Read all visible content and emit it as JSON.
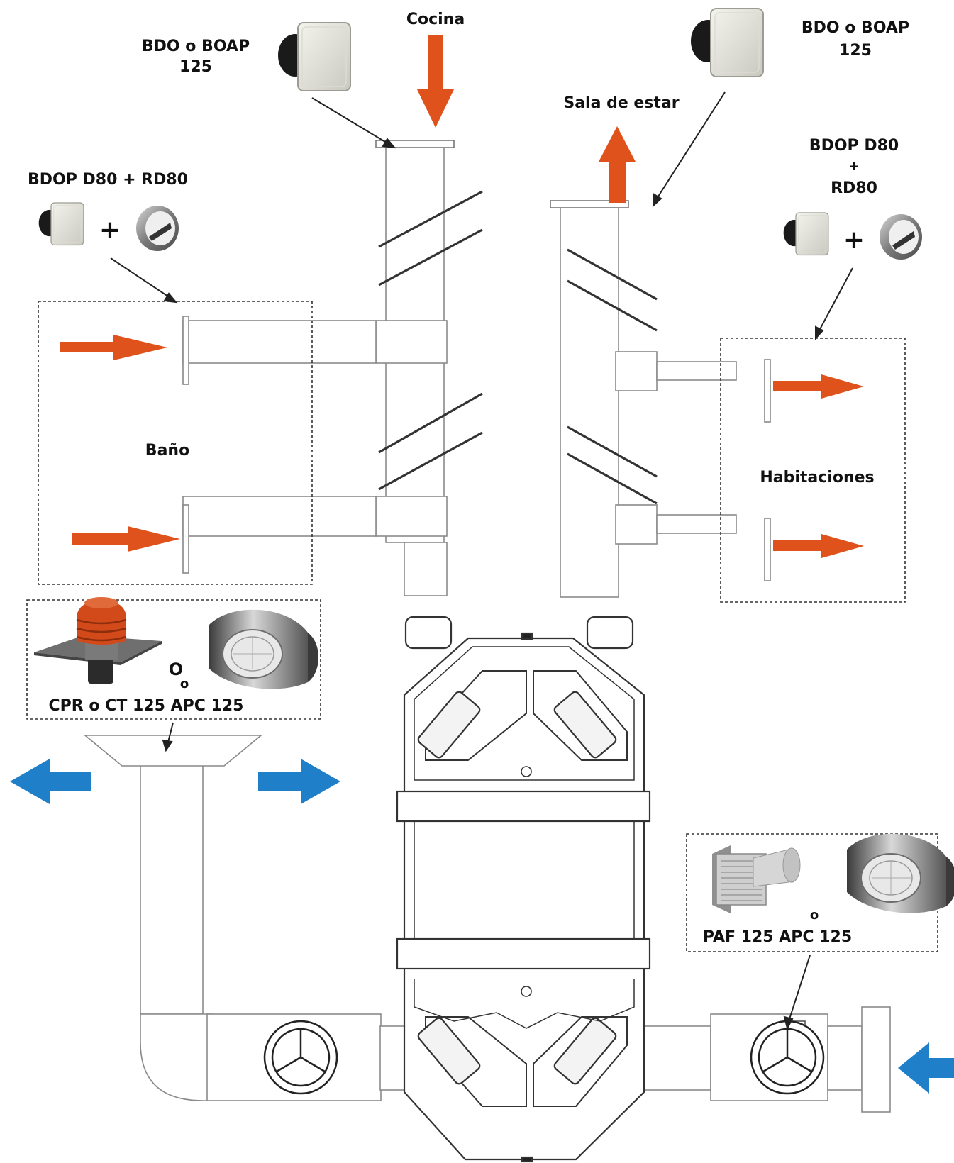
{
  "labels": {
    "cocina": "Cocina",
    "bdo_left_l1": "BDO o BOAP",
    "bdo_left_l2": "125",
    "bdo_right_l1": "BDO o BOAP",
    "bdo_right_l2": "125",
    "sala": "Sala de estar",
    "bdop_left": "BDOP D80 + RD80",
    "bdop_right_l1": "BDOP D80",
    "bdop_right_l2": "+",
    "bdop_right_l3": "RD80",
    "plus_left": "+",
    "plus_right": "+",
    "bano": "Baño",
    "habitaciones": "Habitaciones",
    "o_big": "O",
    "o_small": "o",
    "cpr": "CPR o CT 125 APC 125",
    "o_right": "o",
    "paf": "PAF 125 APC 125"
  },
  "colors": {
    "extract_arrow": "#e0521c",
    "outdoor_arrow": "#1f7fc8",
    "line": "#222222",
    "duct": "#8a8a8a"
  },
  "icons": [
    "grille-valve-icon",
    "rd80-damper-icon",
    "roof-outlet-icon",
    "wall-hood-icon",
    "air-inlet-grille-icon",
    "heat-recovery-unit-icon",
    "fan-icon"
  ]
}
